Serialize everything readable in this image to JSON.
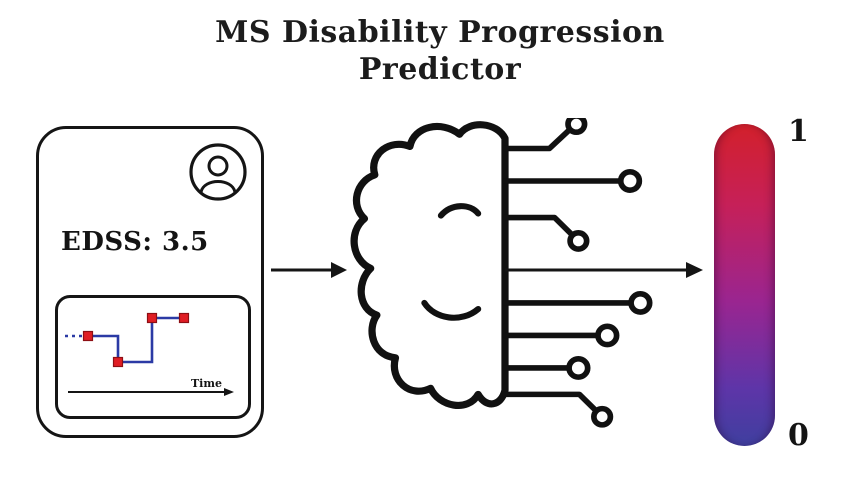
{
  "title": {
    "line1": "MS Disability Progression",
    "line2": "Predictor"
  },
  "patient_card": {
    "edss_label": "EDSS: 3.5",
    "chart": {
      "time_label": "Time",
      "line_color": "#2b3aa5",
      "marker_color": "#e01d24",
      "marker_count": 4
    }
  },
  "scale": {
    "top_label": "1",
    "bottom_label": "0",
    "gradient_stops": [
      "#d2202b 0%",
      "#c62058 25%",
      "#9a2590 55%",
      "#5e35a8 82%",
      "#3f3f9f 100%"
    ]
  },
  "icons": {
    "avatar": "patient-avatar-icon",
    "brain": "ai-brain-circuit-icon"
  }
}
